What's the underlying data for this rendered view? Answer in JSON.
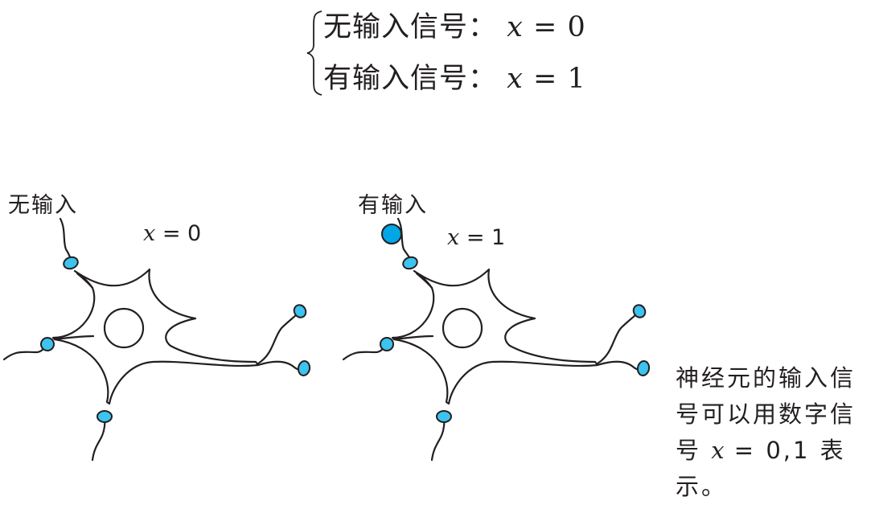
{
  "formula": {
    "row1": {
      "text": "无输入信号：",
      "var": "x",
      "rhs": "= 0"
    },
    "row2": {
      "text": "有输入信号：",
      "var": "x",
      "rhs": "= 1"
    }
  },
  "panels": [
    {
      "label": "无输入",
      "var": "x",
      "rhs": " = 0",
      "input_signal": false
    },
    {
      "label": "有输入",
      "var": "x",
      "rhs": " = 1",
      "input_signal": true
    }
  ],
  "caption": {
    "line1": "神经元的输入信",
    "line2": "号可以用数字信",
    "line3_pre": "号 ",
    "line3_var": "x",
    "line3_post": " = 0,1 表示。"
  },
  "colors": {
    "terminal_fill": "#3cc3ef",
    "signal_fill": "#00a6e6",
    "stroke": "#231f20"
  }
}
